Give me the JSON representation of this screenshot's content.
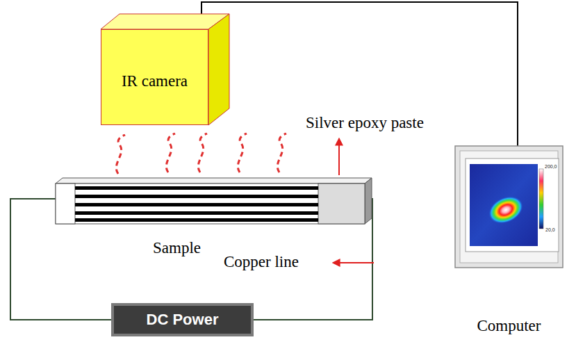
{
  "diagram": {
    "nodes": [
      {
        "text": [
          "IR camera"
        ]
      },
      {
        "text": [
          "Sample"
        ]
      },
      {
        "text": [
          "Computer"
        ]
      },
      {
        "text": [
          "DC Power"
        ]
      }
    ],
    "edges": [
      {
        "from": 0,
        "to": 2,
        "arrow": "none"
      },
      {
        "from": 3,
        "to": 1,
        "arrow": "none"
      },
      {
        "from": 3,
        "to": 1,
        "arrow": "none"
      }
    ],
    "labels": [
      "Silver epoxy paste",
      "200,0",
      "20,0",
      "Copper line"
    ]
  }
}
